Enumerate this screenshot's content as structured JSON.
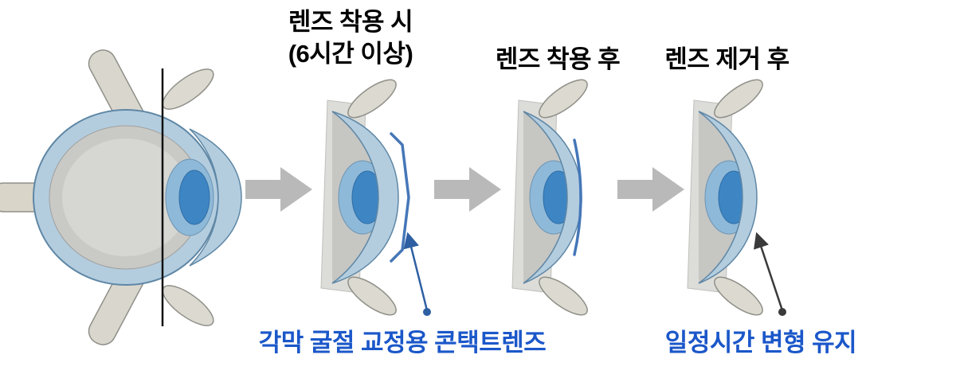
{
  "diagram": {
    "title_implicit": "",
    "stage_labels": [
      {
        "line1": "렌즈 착용 시",
        "line2": "(6시간 이상)"
      },
      {
        "line1": "렌즈 착용 후"
      },
      {
        "line1": "렌즈 제거 후"
      }
    ],
    "captions": {
      "lens_caption": "각막 굴절 교정용 콘택트렌즈",
      "retention_caption": "일정시간 변형 유지"
    },
    "colors": {
      "label_text": "#000000",
      "caption_text": "#1b57c9",
      "flow_arrow_gray": "#b9b9b9",
      "sclera_blue": "#b3cddf",
      "sclera_outline": "#5f87a5",
      "lens_blue": "#3e85c3",
      "lens_halo_blue": "#8fb9d8",
      "contact_lens_blue": "#4577b8",
      "interior_gray": "#c6c6c3",
      "band_gray": "#dcdcd9",
      "eyelid_beige": "#dcdad0",
      "annotation_blue": "#2e5fa3",
      "annotation_black": "#3a3a3a",
      "reference_line_black": "#111111"
    }
  }
}
